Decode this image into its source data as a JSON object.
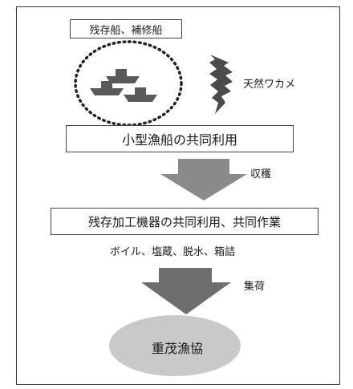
{
  "labels": {
    "boats_label": "残存船、補修船",
    "seaweed_label": "天然ワカメ",
    "shared_boats": "小型漁船の共同利用",
    "harvest": "収穫",
    "shared_equipment": "残存加工機器の共同利用、共同作業",
    "processing_steps": "ボイル、塩蔵、脱水、箱詰",
    "shipping": "集荷",
    "coop": "重茂漁協"
  }
}
